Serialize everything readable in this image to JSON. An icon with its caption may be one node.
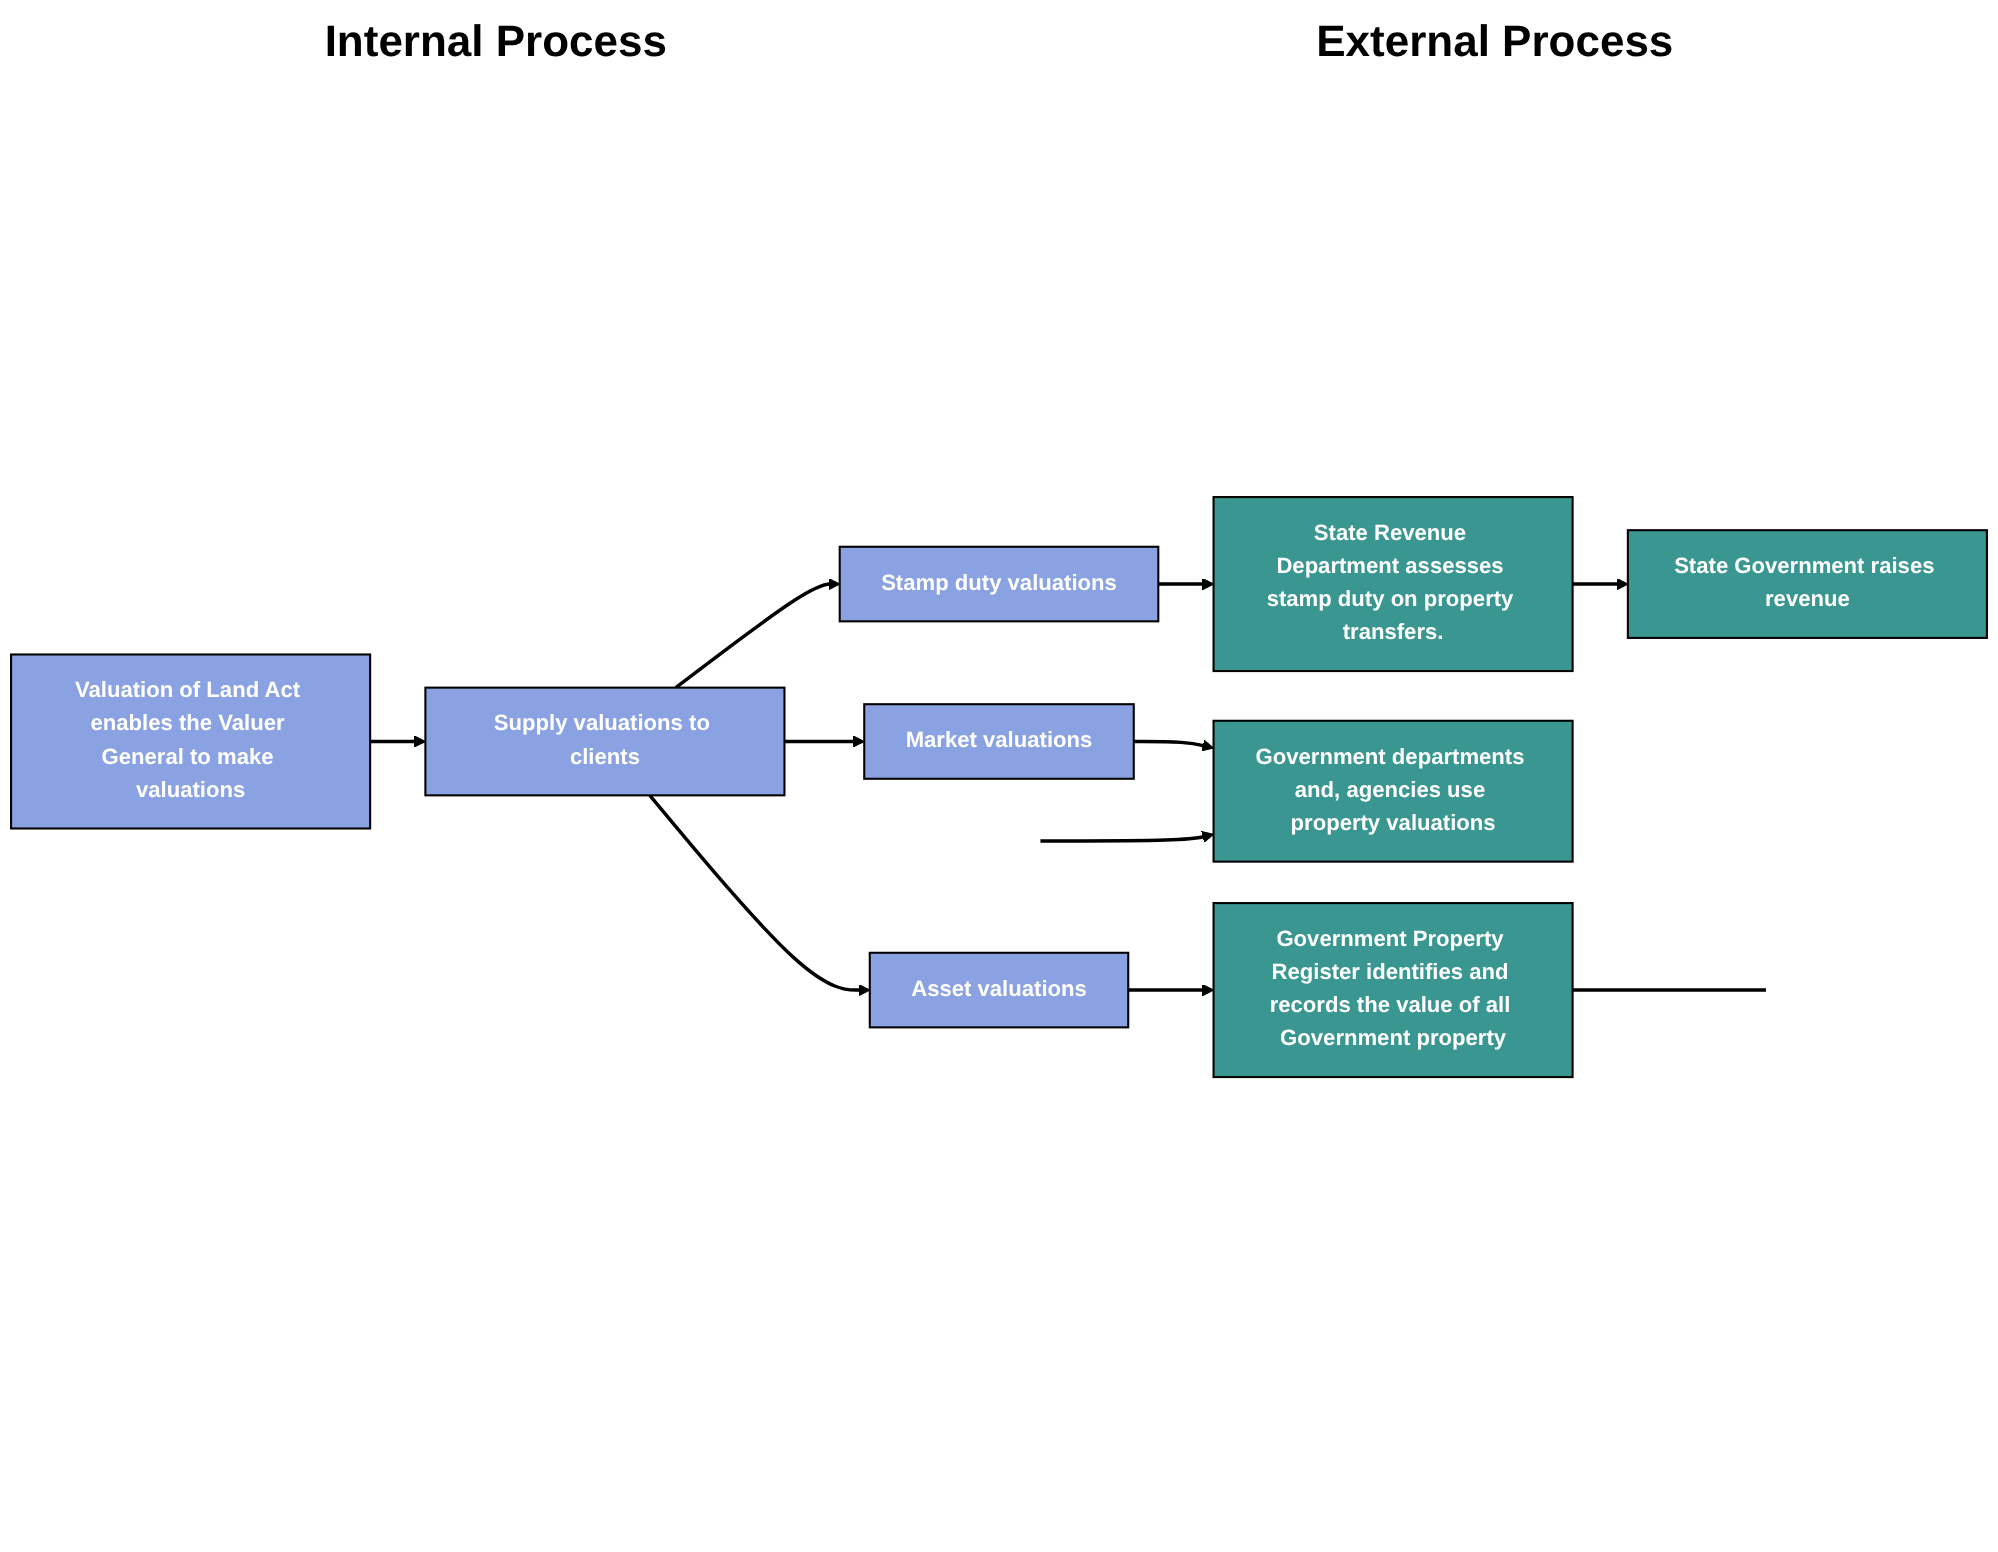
{
  "diagram": {
    "nodes": [
      {
        "text": [
          "Valuation of Land Act enables the Valuer General to make valuations"
        ]
      },
      {
        "text": [
          "Supply valuations to clients"
        ]
      },
      {
        "text": [
          "Stamp duty valuations"
        ]
      },
      {
        "text": [
          "Market valuations"
        ]
      },
      {
        "text": [
          "Asset valuations"
        ]
      },
      {
        "text": [
          "State Government raises revenue"
        ]
      },
      {
        "text": [
          "State Revenue Department assesses stamp duty on property transfers."
        ]
      },
      {
        "text": [
          "Government departments and, agencies use property valuations"
        ]
      },
      {
        "text": [
          "Government Property Register identifies and records the value of all Government property"
        ]
      }
    ],
    "edges": [
      {
        "from": 0,
        "to": 1,
        "arrow": "to"
      },
      {
        "from": 1,
        "to": 2,
        "arrow": "to"
      },
      {
        "from": 1,
        "to": 3,
        "arrow": "to"
      },
      {
        "from": 1,
        "to": 4,
        "arrow": "to"
      },
      {
        "from": 2,
        "to": 6,
        "arrow": "to"
      },
      {
        "from": 3,
        "to": 7,
        "arrow": "to"
      },
      {
        "from": 4,
        "to": 8,
        "arrow": "to"
      },
      {
        "from": 6,
        "to": 5,
        "arrow": "to"
      },
      {
        "from": 8,
        "to": null,
        "arrow": "none"
      },
      {
        "from": null,
        "to": 7,
        "arrow": "to"
      }
    ],
    "labels": [
      "Internal Process",
      "External Process"
    ]
  }
}
